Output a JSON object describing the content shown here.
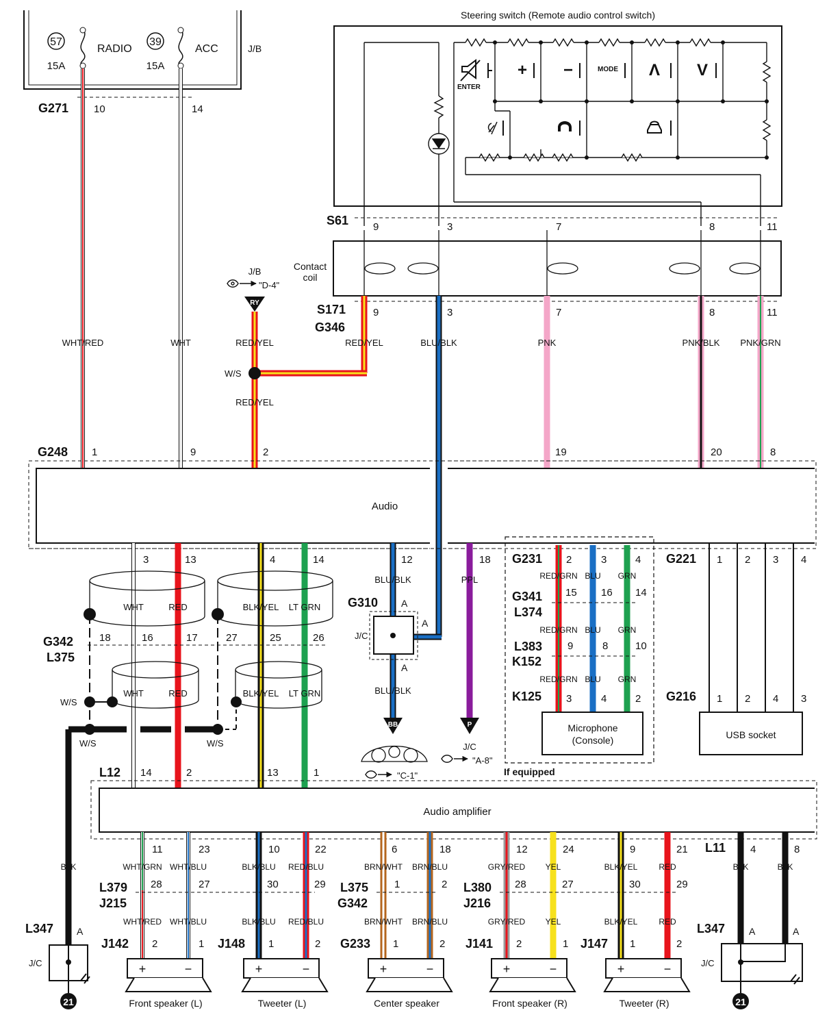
{
  "title": "Steering switch (Remote audio control switch)",
  "jb": {
    "fuse1_num": "57",
    "fuse1_name": "RADIO",
    "fuse1_amp": "15A",
    "fuse2_num": "39",
    "fuse2_name": "ACC",
    "fuse2_amp": "15A",
    "label": "J/B"
  },
  "switches": {
    "enter": "ENTER",
    "plus": "+",
    "minus": "−",
    "mode": "MODE",
    "up": "Λ",
    "down": "V"
  },
  "connectors": {
    "g271": "G271",
    "s61": "S61",
    "s171": "S171",
    "g346": "G346",
    "g248": "G248",
    "g342": "G342",
    "l375": "L375",
    "g310": "G310",
    "g231": "G231",
    "g341": "G341",
    "l374": "L374",
    "l383": "L383",
    "k152": "K152",
    "k125": "K125",
    "g221": "G221",
    "g216": "G216",
    "l12": "L12",
    "l11": "L11",
    "l347": "L347",
    "l379": "L379",
    "j215": "J215",
    "l375b": "L375",
    "g342b": "G342",
    "l380": "L380",
    "j216": "J216",
    "j142": "J142",
    "j148": "J148",
    "g233": "G233",
    "j141": "J141",
    "j147": "J147"
  },
  "components": {
    "contact_coil_1": "Contact",
    "contact_coil_2": "coil",
    "audio": "Audio",
    "audio_amplifier": "Audio amplifier",
    "microphone_1": "Microphone",
    "microphone_2": "(Console)",
    "usb_socket": "USB socket",
    "if_equipped": "If equipped",
    "front_speaker_l": "Front speaker (L)",
    "tweeter_l": "Tweeter (L)",
    "center_speaker": "Center speaker",
    "front_speaker_r": "Front speaker (R)",
    "tweeter_r": "Tweeter (R)"
  },
  "refs": {
    "jb": "J/B",
    "d4": "\"D-4\"",
    "ry": "RY",
    "bb": "BB",
    "p": "P",
    "c1": "\"C-1\"",
    "jc": "J/C",
    "a8": "\"A-8\"",
    "ws": "W/S",
    "ground": "21"
  },
  "wires": {
    "wht_red": "WHT/RED",
    "wht": "WHT",
    "red_yel": "RED/YEL",
    "blu_blk": "BLU/BLK",
    "pnk": "PNK",
    "pnk_blk": "PNK/BLK",
    "pnk_grn": "PNK/GRN",
    "red": "RED",
    "blk_yel": "BLK/YEL",
    "lt_grn": "LT GRN",
    "ppl": "PPL",
    "red_grn": "RED/GRN",
    "blu": "BLU",
    "grn": "GRN",
    "blk": "BLK",
    "wht_grn": "WHT/GRN",
    "wht_blu": "WHT/BLU",
    "blk_blu": "BLK/BLU",
    "red_blu": "RED/BLU",
    "brn_wht": "BRN/WHT",
    "brn_blu": "BRN/BLU",
    "gry_red": "GRY/RED",
    "yel": "YEL",
    "wht_red2": "WHT/RED"
  },
  "pins": {
    "g271": [
      "10",
      "14"
    ],
    "s61": [
      "9",
      "3",
      "7",
      "8",
      "11"
    ],
    "s171": [
      "9",
      "3",
      "7",
      "8",
      "11"
    ],
    "g248": [
      "1",
      "9",
      "2",
      "19",
      "20",
      "8"
    ],
    "audio_bottom": [
      "3",
      "13",
      "4",
      "14",
      "12",
      "18"
    ],
    "g342": [
      "18",
      "16",
      "17",
      "27",
      "25",
      "26"
    ],
    "g231": [
      "2",
      "3",
      "4"
    ],
    "g341": [
      "15",
      "16",
      "14"
    ],
    "l383": [
      "9",
      "8",
      "10"
    ],
    "k125": [
      "3",
      "4",
      "2"
    ],
    "g221": [
      "1",
      "2",
      "3",
      "4"
    ],
    "g216": [
      "1",
      "2",
      "4",
      "3"
    ],
    "l12": [
      "14",
      "2",
      "13",
      "1"
    ],
    "amp_bottom": [
      "11",
      "23",
      "10",
      "22",
      "6",
      "18",
      "12",
      "24",
      "9",
      "21"
    ],
    "l11": [
      "4",
      "8"
    ],
    "l379": [
      "28",
      "27",
      "30",
      "29"
    ],
    "l375": [
      "1",
      "2"
    ],
    "l380": [
      "28",
      "27",
      "30",
      "29"
    ],
    "spk": [
      "2",
      "1",
      "1",
      "2",
      "1",
      "2",
      "2",
      "1",
      "1",
      "2"
    ],
    "g310": "A",
    "l347": "A"
  },
  "colors": {
    "red": "#e8141c",
    "blue": "#1a6fc4",
    "green": "#1ea150",
    "yellow": "#f7e11c",
    "pink": "#f4a6c8",
    "purple": "#8a1c9c",
    "brown": "#b4661e",
    "black": "#111111",
    "gray": "#9a9a9a"
  }
}
